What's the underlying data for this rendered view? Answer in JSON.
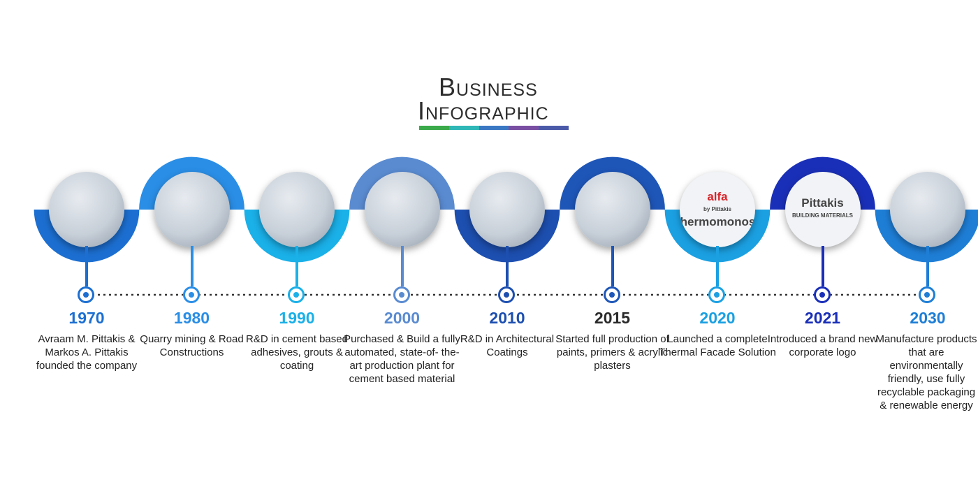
{
  "title": {
    "line1": "Business",
    "line2": "Infographic"
  },
  "title_bar_colors": [
    "#3aaa4a",
    "#2fb7b7",
    "#3b78c4",
    "#7a4fa3",
    "#4b5aa8"
  ],
  "milestones": [
    {
      "year": "1970",
      "color": "#1c6fd1",
      "description": "Avraam M. Pittakis & Markos A. Pittakis founded the company",
      "image": "founders-photo-icon"
    },
    {
      "year": "1980",
      "color": "#2a8ee6",
      "description": "Quarry mining & Road Constructions",
      "image": "bulldozer-photo-icon"
    },
    {
      "year": "1990",
      "color": "#1ab0e8",
      "description": "R&D in cement based adhesives, grouts & coating",
      "image": "factory-photo-icon"
    },
    {
      "year": "2000",
      "color": "#5a8bd1",
      "description": "Purchased & Build a fully automated, state-of- the-art production plant for cement based material",
      "image": "production-line-photo-icon"
    },
    {
      "year": "2010",
      "color": "#1d4fb0",
      "description": "R&D in Architectural Coatings",
      "image": "paint-lab-photo-icon"
    },
    {
      "year": "2015",
      "color": "#1e56b8",
      "description": "Started full production of paints, primers & acrylic plasters",
      "image": "paint-buckets-photo-icon"
    },
    {
      "year": "2020",
      "color": "#1ba0e2",
      "description": "Launched a complete Thermal Facade Solution",
      "image": "alfa-thermomonosi-logo-icon",
      "logo_text": [
        "alfa",
        "by Pittakis",
        "thermomonosi"
      ]
    },
    {
      "year": "2021",
      "color": "#1a2fb8",
      "description": "Introduced a brand new corporate logo",
      "image": "pittakis-logo-icon",
      "logo_text": [
        "Pittakis",
        "BUILDING MATERIALS"
      ]
    },
    {
      "year": "2030",
      "color": "#1e7ed6",
      "description": "Manufacture products that are environmentally friendly, use fully recyclable packaging & renewable energy",
      "image": "green-earth-photo-icon"
    }
  ]
}
